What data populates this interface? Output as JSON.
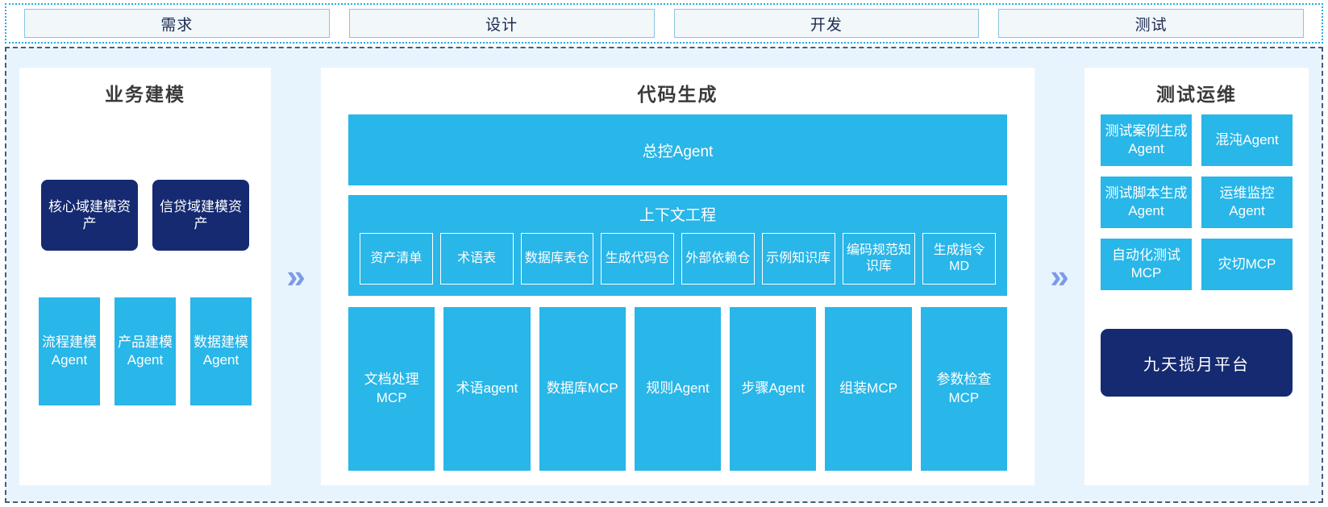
{
  "phases": {
    "items": [
      {
        "label": "需求"
      },
      {
        "label": "设计"
      },
      {
        "label": "开发"
      },
      {
        "label": "测试"
      }
    ]
  },
  "arrows": {
    "glyph": "»",
    "color": "#7B9BEA"
  },
  "colors": {
    "accent_cyan": "#29B6E8",
    "navy": "#152A70",
    "panel_bg": "#FFFFFF",
    "canvas_bg": "#E8F4FD",
    "phase_fill": "#F2F7FA",
    "phase_border": "#8EC3DD",
    "dashed_border": "#4A5B7A",
    "dotted_border": "#29ABE2"
  },
  "panels": {
    "business_modeling": {
      "title": "业务建模",
      "assets": [
        {
          "label": "核心域建模资产"
        },
        {
          "label": "信贷域建模资产"
        }
      ],
      "agents": [
        {
          "label": "流程建模Agent"
        },
        {
          "label": "产品建模Agent"
        },
        {
          "label": "数据建模Agent"
        }
      ]
    },
    "code_generation": {
      "title": "代码生成",
      "control_agent": "总控Agent",
      "context_engineering": {
        "title": "上下文工程",
        "items": [
          {
            "label": "资产清单"
          },
          {
            "label": "术语表"
          },
          {
            "label": "数据库表仓"
          },
          {
            "label": "生成代码仓"
          },
          {
            "label": "外部依赖仓"
          },
          {
            "label": "示例知识库"
          },
          {
            "label": "编码规范知识库"
          },
          {
            "label": "生成指令MD"
          }
        ]
      },
      "mcp_items": [
        {
          "label": "文档处理MCP"
        },
        {
          "label": "术语agent"
        },
        {
          "label": "数据库MCP"
        },
        {
          "label": "规则Agent"
        },
        {
          "label": "步骤Agent"
        },
        {
          "label": "组装MCP"
        },
        {
          "label": "参数检查MCP"
        }
      ]
    },
    "test_ops": {
      "title": "测试运维",
      "items": [
        {
          "label": "测试案例生成Agent"
        },
        {
          "label": "混沌Agent"
        },
        {
          "label": "测试脚本生成Agent"
        },
        {
          "label": "运维监控Agent"
        },
        {
          "label": "自动化测试MCP"
        },
        {
          "label": "灾切MCP"
        }
      ],
      "platform": {
        "label": "九天揽月平台"
      }
    }
  }
}
